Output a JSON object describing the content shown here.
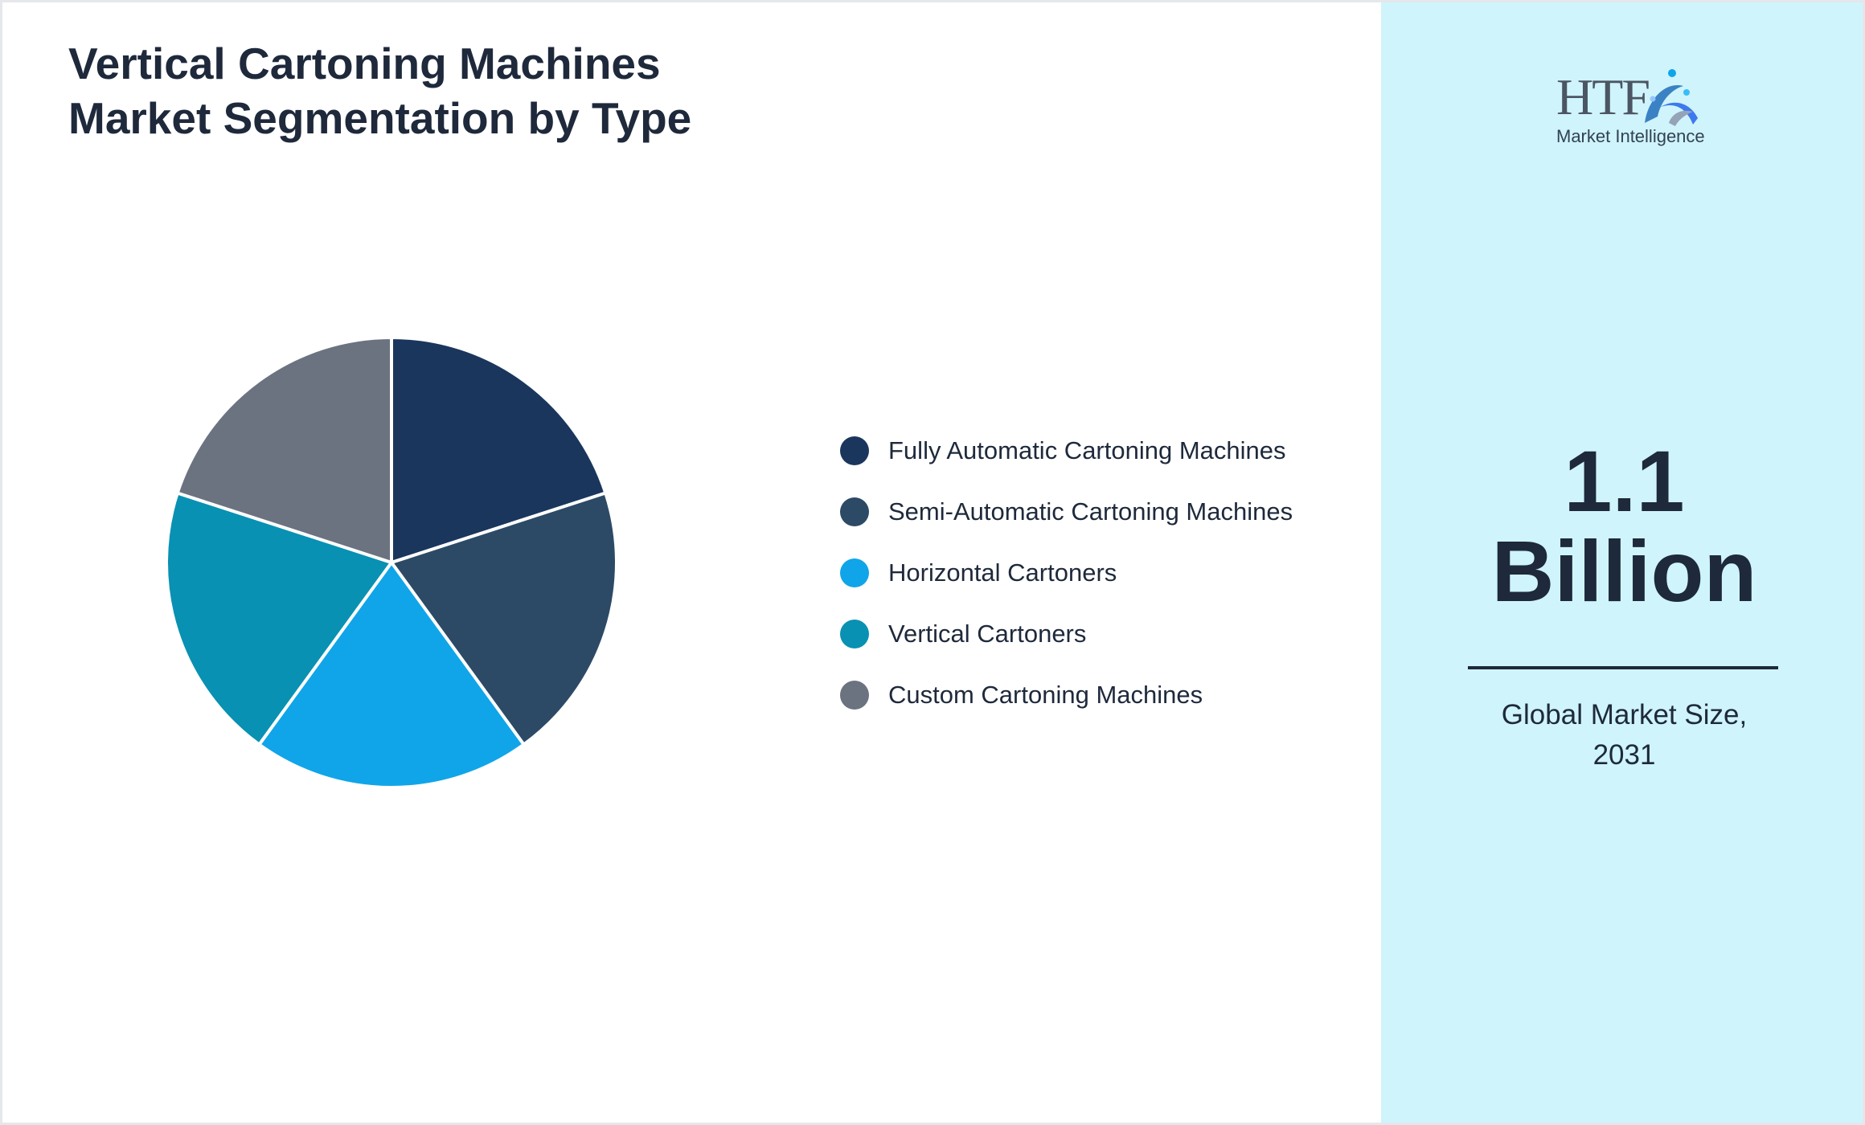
{
  "chart_data": {
    "type": "pie",
    "title_lines": [
      "Vertical Cartoning Machines",
      "Market Segmentation by Type"
    ],
    "categories": [
      "Fully Automatic Cartoning Machines",
      "Semi-Automatic Cartoning Machines",
      "Horizontal Cartoners",
      "Vertical Cartoners",
      "Custom Cartoning Machines"
    ],
    "values": [
      20,
      20,
      20,
      20,
      20
    ],
    "colors": [
      "#1b365d",
      "#2c4a66",
      "#10a5e8",
      "#0891b2",
      "#6b7280"
    ],
    "legend_placement": "right"
  },
  "brand": {
    "logo_text": "HTF",
    "logo_subtitle": "Market Intelligence"
  },
  "highlight": {
    "value_lines": [
      "1.1",
      "Billion"
    ],
    "caption_lines": [
      "Global Market Size,",
      "2031"
    ]
  },
  "theme": {
    "panel_bg": "#cff4fb",
    "text_color": "#1e293b"
  }
}
